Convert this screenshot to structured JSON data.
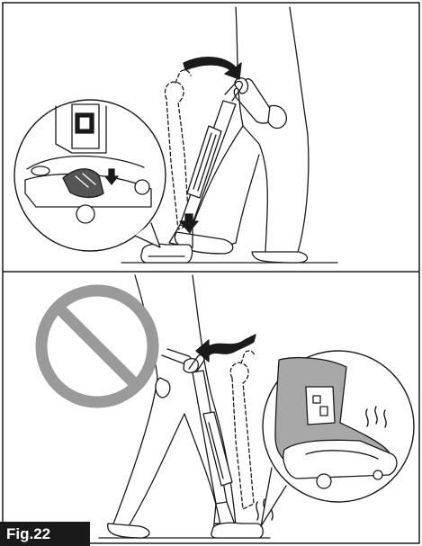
{
  "figure": {
    "label": "Fig.22"
  },
  "panels": [
    {
      "id": "top",
      "prohibited": false
    },
    {
      "id": "bottom",
      "prohibited": true
    }
  ],
  "colors": {
    "line": "#1a1a1a",
    "prohibition_sign": "#9a9a9a",
    "shoe_fill": "#a8a8a8",
    "label_bg": "#1a1a1a",
    "label_text": "#ffffff"
  },
  "icons": [
    "rotation-arrow-icon",
    "press-down-arrow-icon",
    "wavy-arrow-icon",
    "prohibition-icon",
    "vibration-marks-icon"
  ]
}
